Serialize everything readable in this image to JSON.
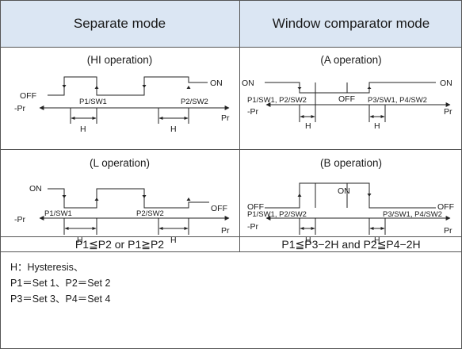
{
  "headers": {
    "separate": "Separate mode",
    "window": "Window comparator mode"
  },
  "panels": {
    "hi": {
      "title": "(HI operation)",
      "on": "ON",
      "off": "OFF",
      "p1": "P1/SW1",
      "p2": "P2/SW2",
      "neg": "-Pr",
      "pos": "Pr",
      "h": "H"
    },
    "a": {
      "title": "(A operation)",
      "on_left": "ON",
      "on_right": "ON",
      "off": "OFF",
      "p_left": "P1/SW1, P2/SW2",
      "p_right": "P3/SW1, P4/SW2",
      "neg": "-Pr",
      "pos": "Pr",
      "h": "H"
    },
    "l": {
      "title": "(L operation)",
      "on": "ON",
      "off": "OFF",
      "p1": "P1/SW1",
      "p2": "P2/SW2",
      "neg": "-Pr",
      "pos": "Pr",
      "h": "H"
    },
    "b": {
      "title": "(B operation)",
      "on": "ON",
      "off_left": "OFF",
      "off_right": "OFF",
      "p_left": "P1/SW1, P2/SW2",
      "p_right": "P3/SW1, P4/SW2",
      "neg": "-Pr",
      "pos": "Pr",
      "h": "H"
    }
  },
  "conditions": {
    "separate": "P1≦P2  or  P1≧P2",
    "window": "P1≦P3−2H  and  P2≦P4−2H"
  },
  "notes": [
    "H：Hysteresis、",
    "P1＝Set 1、P2＝Set 2",
    "P3＝Set 3、P4＝Set 4"
  ],
  "colors": {
    "header_bg": "#dbe6f3",
    "border": "#555555",
    "line": "#222222"
  }
}
